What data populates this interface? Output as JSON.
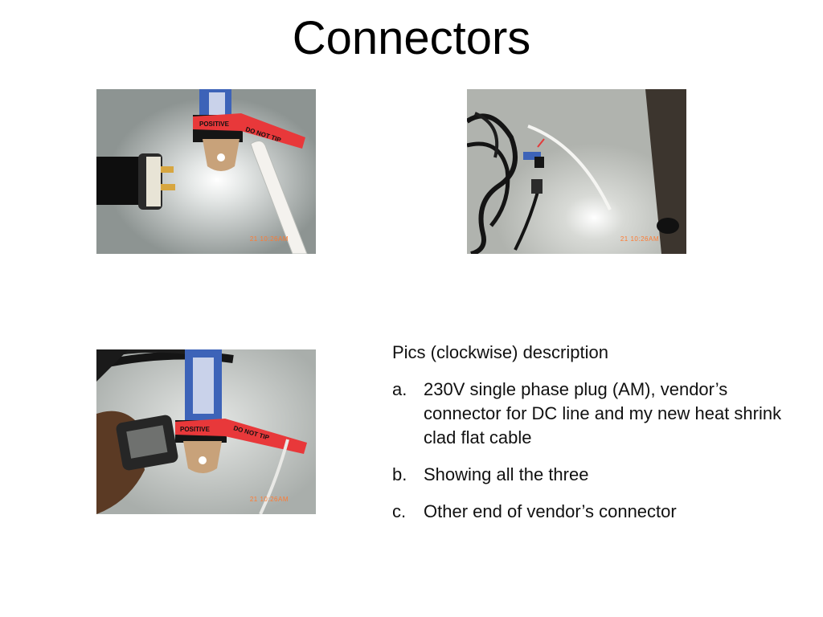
{
  "slide": {
    "title": "Connectors"
  },
  "photos": [
    {
      "name": "plug-and-connector-photo",
      "timestamp": "21 10:26AM",
      "labels": [
        "POSITIVE",
        "DO NOT TIP"
      ]
    },
    {
      "name": "all-three-photo",
      "timestamp": "21 10:26AM"
    },
    {
      "name": "vendor-connector-other-end-photo",
      "timestamp": "21 10:26AM",
      "labels": [
        "POSITIVE",
        "DO NOT TIP"
      ]
    }
  ],
  "description": {
    "heading": "Pics (clockwise) description",
    "items": [
      {
        "marker": "a.",
        "text": "230V single phase plug (AM), vendor’s connector for DC line and my new heat shrink clad flat cable"
      },
      {
        "marker": "b.",
        "text": "Showing all the three"
      },
      {
        "marker": "c.",
        "text": "Other end of vendor’s connector"
      }
    ]
  }
}
